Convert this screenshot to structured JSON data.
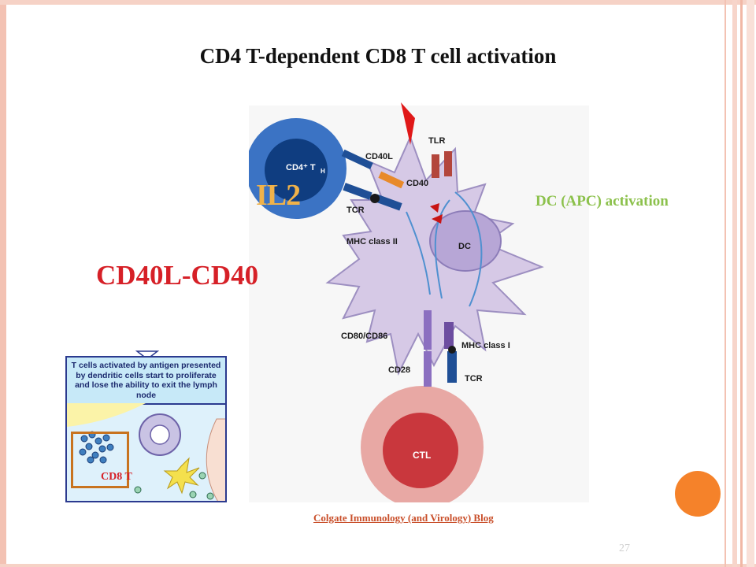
{
  "slide": {
    "title": "CD4 T-dependent CD8 T cell activation",
    "page_number": "27",
    "source_link": "Colgate Immunology (and Virology) Blog"
  },
  "annotations": {
    "il2": "IL2",
    "dc_activation": "DC (APC) activation",
    "cd40l_cd40": "CD40L-CD40",
    "cd8t": "CD8 T"
  },
  "figure": {
    "cd4_cell": "CD4⁺ T",
    "cd4_sub": "H",
    "cd40l": "CD40L",
    "tlr": "TLR",
    "cd40": "CD40",
    "tcr_top": "TCR",
    "mhc2": "MHC class II",
    "dc": "DC",
    "cd80_86": "CD80/CD86",
    "mhc1": "MHC class I",
    "cd28": "CD28",
    "tcr_bottom": "TCR",
    "ctl": "CTL"
  },
  "inset": {
    "text": "T cells activated by antigen presented by dendritic cells start to proliferate and lose the ability to exit the lymph node"
  },
  "colors": {
    "title": "#111111",
    "il2": "#f0b24a",
    "dc_activation": "#8cc14c",
    "cd40l_cd40": "#d62027",
    "accent_orange": "#f5822a",
    "frame": "#f3c2b3"
  }
}
